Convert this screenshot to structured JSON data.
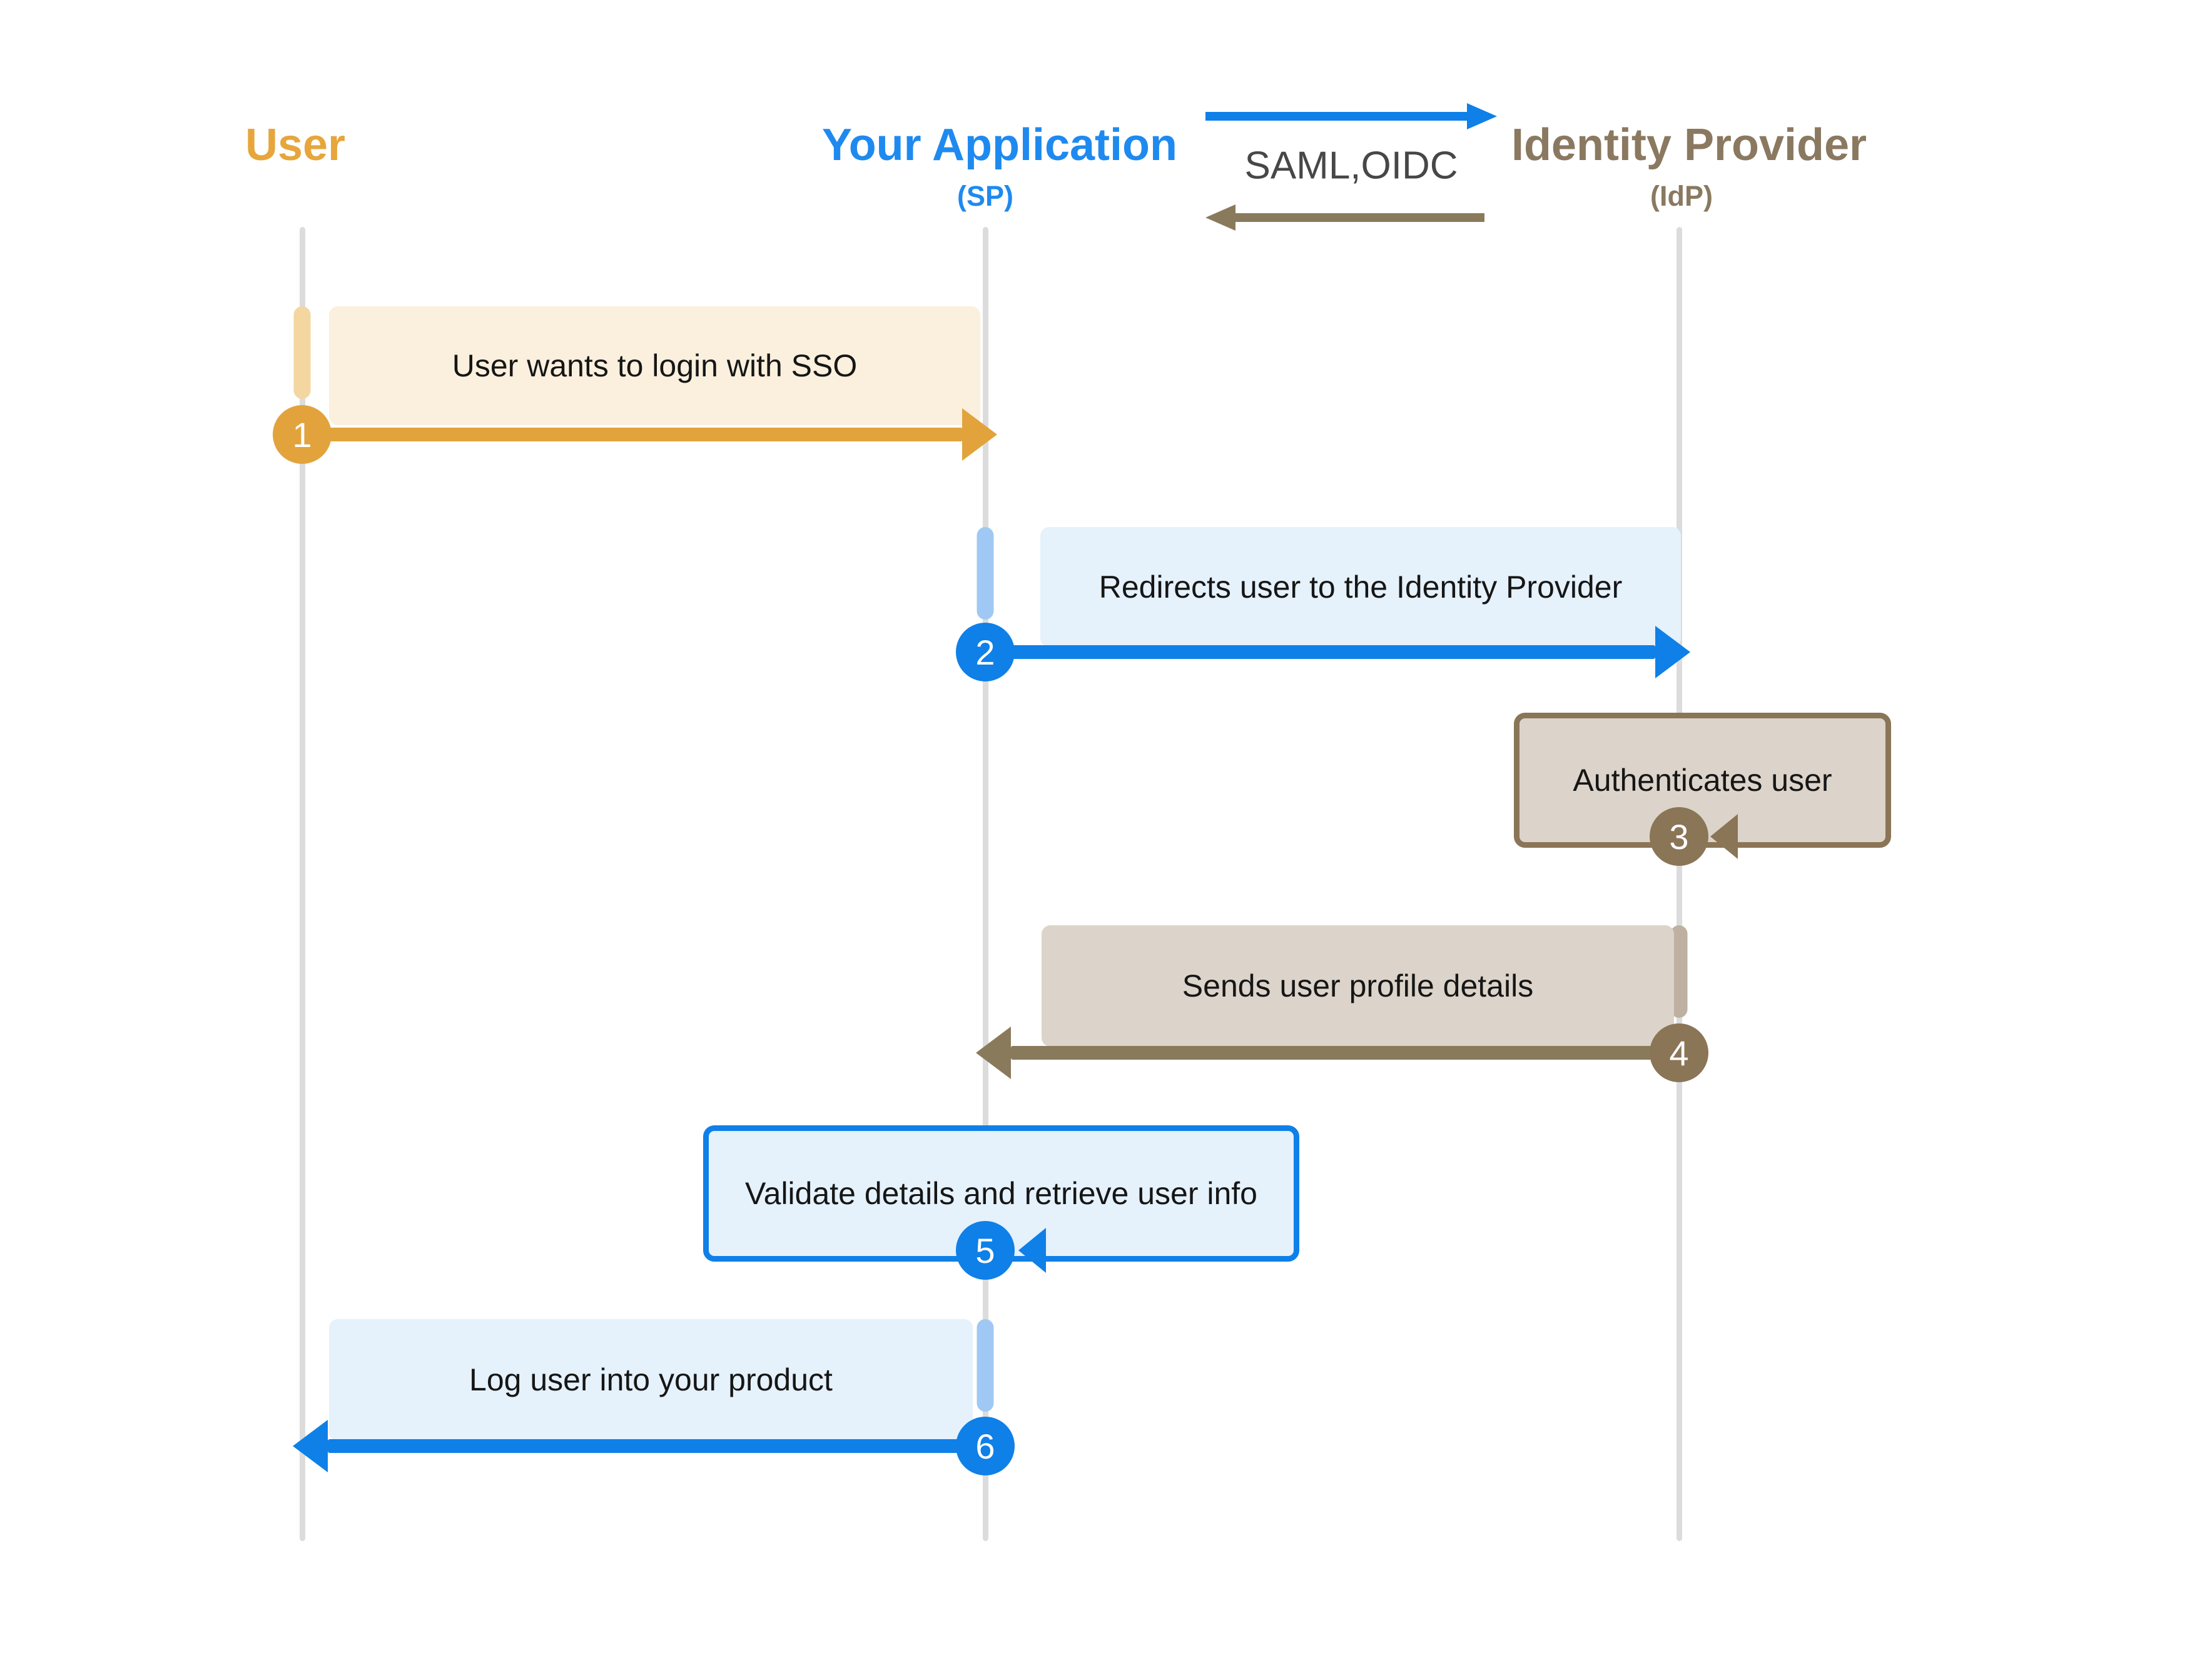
{
  "actors": [
    {
      "name": "User",
      "subtitle": "",
      "color": "#E7A63C"
    },
    {
      "name": "Your Application",
      "subtitle": "(SP)",
      "color": "#1E8AF0"
    },
    {
      "name": "Identity Provider",
      "subtitle": "(IdP)",
      "color": "#8A7960"
    }
  ],
  "protocol": {
    "label": "SAML,OIDC",
    "text_color": "#474747",
    "arrow_to_idp_color": "#0E80E8",
    "arrow_to_sp_color": "#8A7A5C"
  },
  "steps": [
    {
      "num": "1",
      "text": "User wants to login with SSO",
      "from": "User",
      "to": "Your Application",
      "accent_color": "#E2A33C",
      "box_fill": "#FAF0DD",
      "activation_color": "#F3D6A0"
    },
    {
      "num": "2",
      "text": "Redirects user to the Identity Provider",
      "from": "Your Application",
      "to": "Identity Provider",
      "accent_color": "#0E80E8",
      "box_fill": "#E5F1FB",
      "activation_color": "#9FC9F4"
    },
    {
      "num": "3",
      "text": "Authenticates user",
      "from": "Identity Provider",
      "to": "Identity Provider",
      "accent_color": "#8A7557",
      "box_fill": "#DCD4CA",
      "box_border": "#8A7557"
    },
    {
      "num": "4",
      "text": "Sends user profile details",
      "from": "Identity Provider",
      "to": "Your Application",
      "accent_color": "#8A7A5C",
      "box_fill": "#DCD4CA",
      "activation_color": "#BEB1A1"
    },
    {
      "num": "5",
      "text": "Validate details and retrieve user info",
      "from": "Your Application",
      "to": "Your Application",
      "accent_color": "#0E80E8",
      "box_fill": "#E5F1FB",
      "box_border": "#0E80E8"
    },
    {
      "num": "6",
      "text": "Log user into your product",
      "from": "Your Application",
      "to": "User",
      "accent_color": "#0E80E8",
      "box_fill": "#E5F1FB",
      "activation_color": "#9FC9F4"
    }
  ],
  "colors": {
    "lifeline": "#DCDCDC",
    "body_text": "#161616",
    "background": "#FFFFFF"
  }
}
